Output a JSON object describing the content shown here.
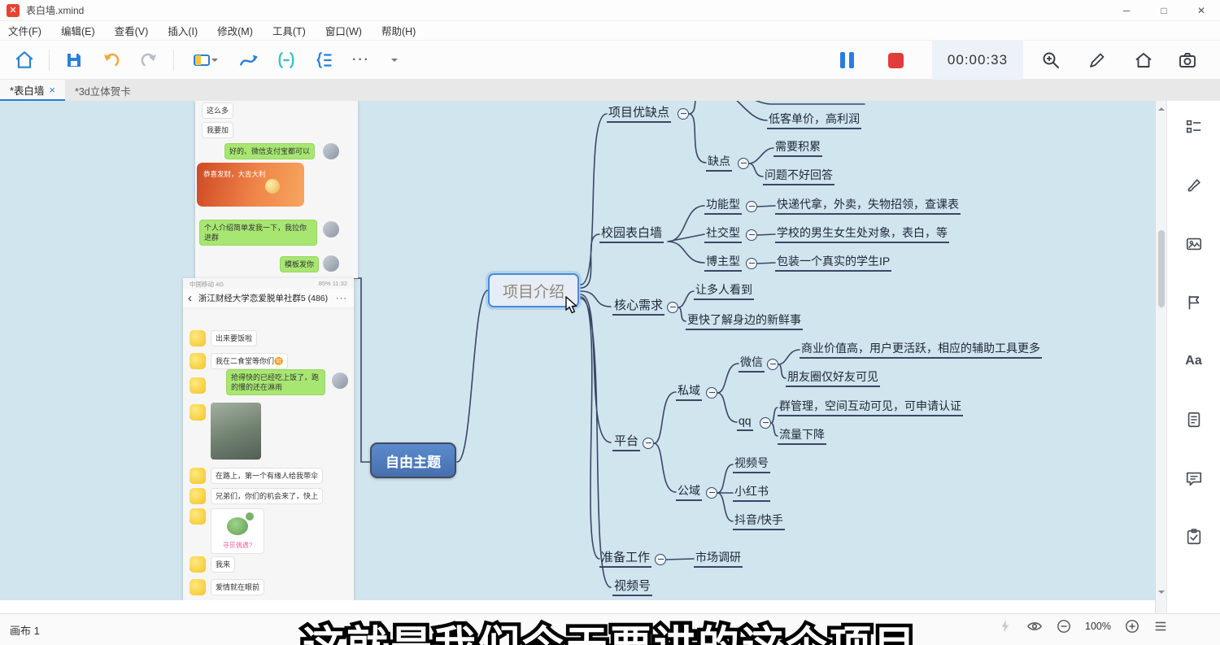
{
  "window": {
    "title": "表白墙.xmind",
    "controls": {
      "minimize": "─",
      "maximize": "□",
      "close": "✕"
    }
  },
  "menu": {
    "items": [
      "文件(F)",
      "编辑(E)",
      "查看(V)",
      "插入(I)",
      "修改(M)",
      "工具(T)",
      "窗口(W)",
      "帮助(H)"
    ]
  },
  "toolbar": {
    "more": "···",
    "timer": "00:00:33"
  },
  "tabs": {
    "active": {
      "label": "*表白墙",
      "close": "×"
    },
    "inactive": {
      "label": "*3d立体贺卡"
    }
  },
  "sidebar": {
    "text_icon": "Aa"
  },
  "statusbar": {
    "sheet": "画布 1",
    "zoom": "100%"
  },
  "caption": "这就是我们今天要讲的这个项目",
  "mindmap": {
    "central": "自由主题",
    "intro": "项目介绍",
    "pros_cons": "项目优缺点",
    "low_price": "低客单价，高利润",
    "cons": "缺点",
    "need_accum": "需要积累",
    "hard_answer": "问题不好回答",
    "wall": "校园表白墙",
    "func": "功能型",
    "func_d": "快递代拿，外卖，失物招领，查课表",
    "social": "社交型",
    "social_d": "学校的男生女生处对象，表白，等",
    "blogger": "博主型",
    "blogger_d": "包装一个真实的学生IP",
    "need": "核心需求",
    "need1": "让多人看到",
    "need2": "更快了解身边的新鲜事",
    "platform": "平台",
    "private": "私域",
    "wechat": "微信",
    "wechat1": "商业价值高，用户更活跃，相应的辅助工具更多",
    "wechat2": "朋友圈仅好友可见",
    "qq": "qq",
    "qq1": "群管理，空间互动可见，可申请认证",
    "qq2": "流量下降",
    "public": "公域",
    "pub1": "视频号",
    "pub2": "小红书",
    "pub3": "抖音/快手",
    "prep": "准备工作",
    "prep1": "市场调研",
    "video": "视频号"
  },
  "chat1": {
    "m0": "这么多",
    "m1": "我要加",
    "m2": "好的、微信支付宝都可以",
    "redpacket": "恭喜发财，大吉大利",
    "m3": "个人介绍简单发我一下，我拉你进群",
    "m4": "模板发你"
  },
  "chat2": {
    "status_left": "中国移动 4G",
    "status_right": "85% 11:32",
    "back": "‹",
    "title": "浙江财经大学恋爱脱单社群5 (486)",
    "more": "···",
    "m1": "出来要饭啦",
    "m2": "我在二食堂等你们🉑",
    "m3": "抢得快的已经吃上饭了，跑的慢的还在淋雨",
    "m4": "在路上，第一个有缘人给我带伞",
    "m5": "兄弟们，你们的机会来了，快上",
    "meme": "寻觅偶遇?",
    "m6": "我来",
    "m7": "爱情就在眼前"
  }
}
